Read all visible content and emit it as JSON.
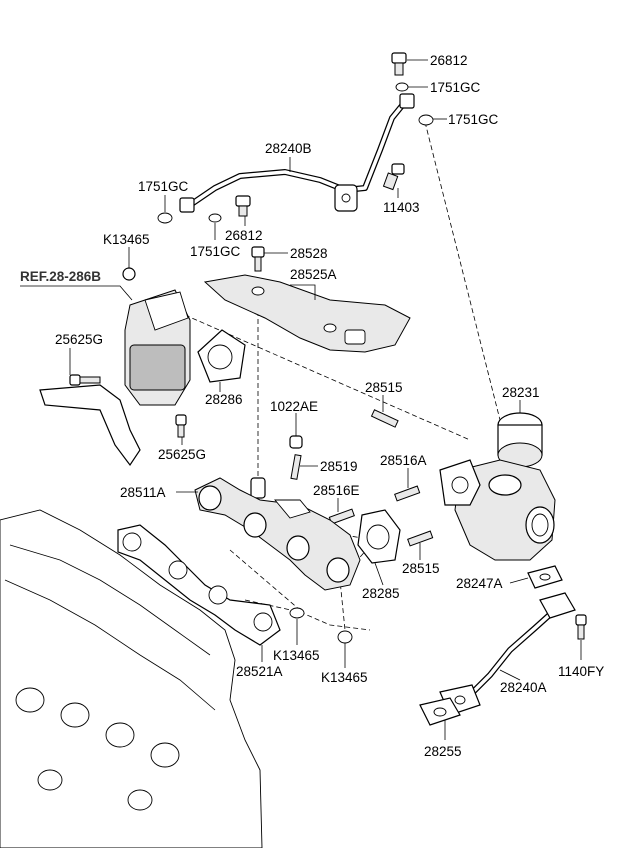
{
  "diagram": {
    "labels": {
      "p26812_top": "26812",
      "p1751gc_a": "1751GC",
      "p1751gc_b": "1751GC",
      "p28240b": "28240B",
      "p1751gc_c": "1751GC",
      "p11403": "11403",
      "p26812_mid": "26812",
      "p1751gc_d": "1751GC",
      "pk13465_a": "K13465",
      "p28528": "28528",
      "p28525a": "28525A",
      "ref": "REF.28-286B",
      "p25625g_a": "25625G",
      "p28286": "28286",
      "p28515_a": "28515",
      "p28231": "28231",
      "p1022ae": "1022AE",
      "p25625g_b": "25625G",
      "p28519": "28519",
      "p28516a": "28516A",
      "p28511a": "28511A",
      "p28516e": "28516E",
      "p28515_b": "28515",
      "p28247a": "28247A",
      "p28285": "28285",
      "pk13465_b": "K13465",
      "p28521a": "28521A",
      "pk13465_c": "K13465",
      "p1140fy": "1140FY",
      "p28240a": "28240A",
      "p28255": "28255"
    }
  }
}
